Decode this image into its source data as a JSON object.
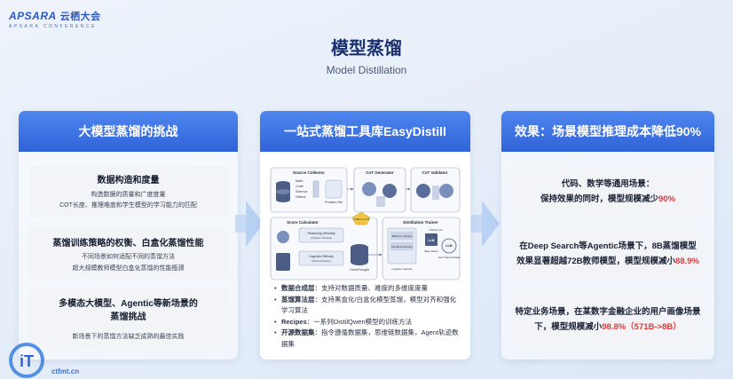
{
  "logo": {
    "brand": "APSARA",
    "brand_cn": "云栖大会",
    "sub": "APSARA CONFERENCE"
  },
  "title": "模型蒸馏",
  "subtitle": "Model Distillation",
  "left": {
    "header": "大模型蒸馏的挑战",
    "cards": [
      {
        "heading": "数据构造和度量",
        "lines": [
          "构造数据的质量和广度度量",
          "COT长度、推理难度和学生模型的学习能力的匹配"
        ]
      },
      {
        "heading": "蒸馏训练策略的权衡、白盒化蒸馏性能",
        "lines": [
          "不同场景如何适配不同的蒸馏方法",
          "超大规模教师模型白盒化蒸馏的性能瓶颈"
        ]
      },
      {
        "heading": "多模态大模型、Agentic等新场景的蒸馏挑战",
        "lines": [
          "新场景下的蒸馏方法缺乏成熟的最佳实践"
        ]
      }
    ]
  },
  "middle": {
    "header": "一站式蒸馏工具库EasyDistill",
    "diagram": {
      "source_collector": "Source Collector",
      "source_items": [
        "Math",
        "Code",
        "Science",
        "Others"
      ],
      "problem_set": "Problem Set",
      "cot_generator": "CoT Generator",
      "cot_validator": "CoT Validator",
      "score_calculator": "Score Calculator",
      "reasoning_verbosity": "Reasoning Verbosity\n(Problem Related)",
      "cognitive_difficulty": "Cognitive Difficulty\n(Model Related)",
      "omnithought": "OmniThought",
      "badge": "2 Million CoTs",
      "distillation_trainer": "Distillation Trainer",
      "trainer_items": [
        "Black-box Sample",
        "CH-based Sampler",
        "Cognitive Capacity"
      ],
      "training_set": "Training set",
      "post_trained": "Post-Trained Model",
      "base_model": "Base Model"
    },
    "bullets": [
      {
        "label": "数据合成层",
        "text": "：支持对数据质量、难度的多维度度量"
      },
      {
        "label": "蒸馏算法层",
        "text": "：支持黑盒化/白盒化模型蒸馏，模型对齐和强化学习算法"
      },
      {
        "label": "Recipes",
        "text": "：一系列DistilQwen模型的训练方法"
      },
      {
        "label": "开源数据集",
        "text": "：指令遵循数据集，思维链数据集，Agent轨迹数据集"
      }
    ]
  },
  "right": {
    "header": "效果：场景模型推理成本降低90%",
    "cards": [
      {
        "line1": "代码、数学等通用场景：",
        "line2_pre": "保持效果的同时，模型规模减少",
        "line2_red": "90%"
      },
      {
        "line1": "在Deep Search等Agentic场景下，8B蒸馏模型",
        "line2_pre": "效果显著超越72B教师模型，模型规模减小",
        "line2_red": "88.9%"
      },
      {
        "line1": "特定业务场景，在某数字金融企业的用户画像场景",
        "line2_pre": "下，模型规模减小",
        "line2_red": "98.8%（571B->8B）"
      }
    ]
  },
  "watermark": {
    "text": "ctfmt.cn"
  },
  "colors": {
    "header_blue": "#2f63d8",
    "accent_red": "#e03a3a",
    "arrow": "#b9d1f3"
  }
}
